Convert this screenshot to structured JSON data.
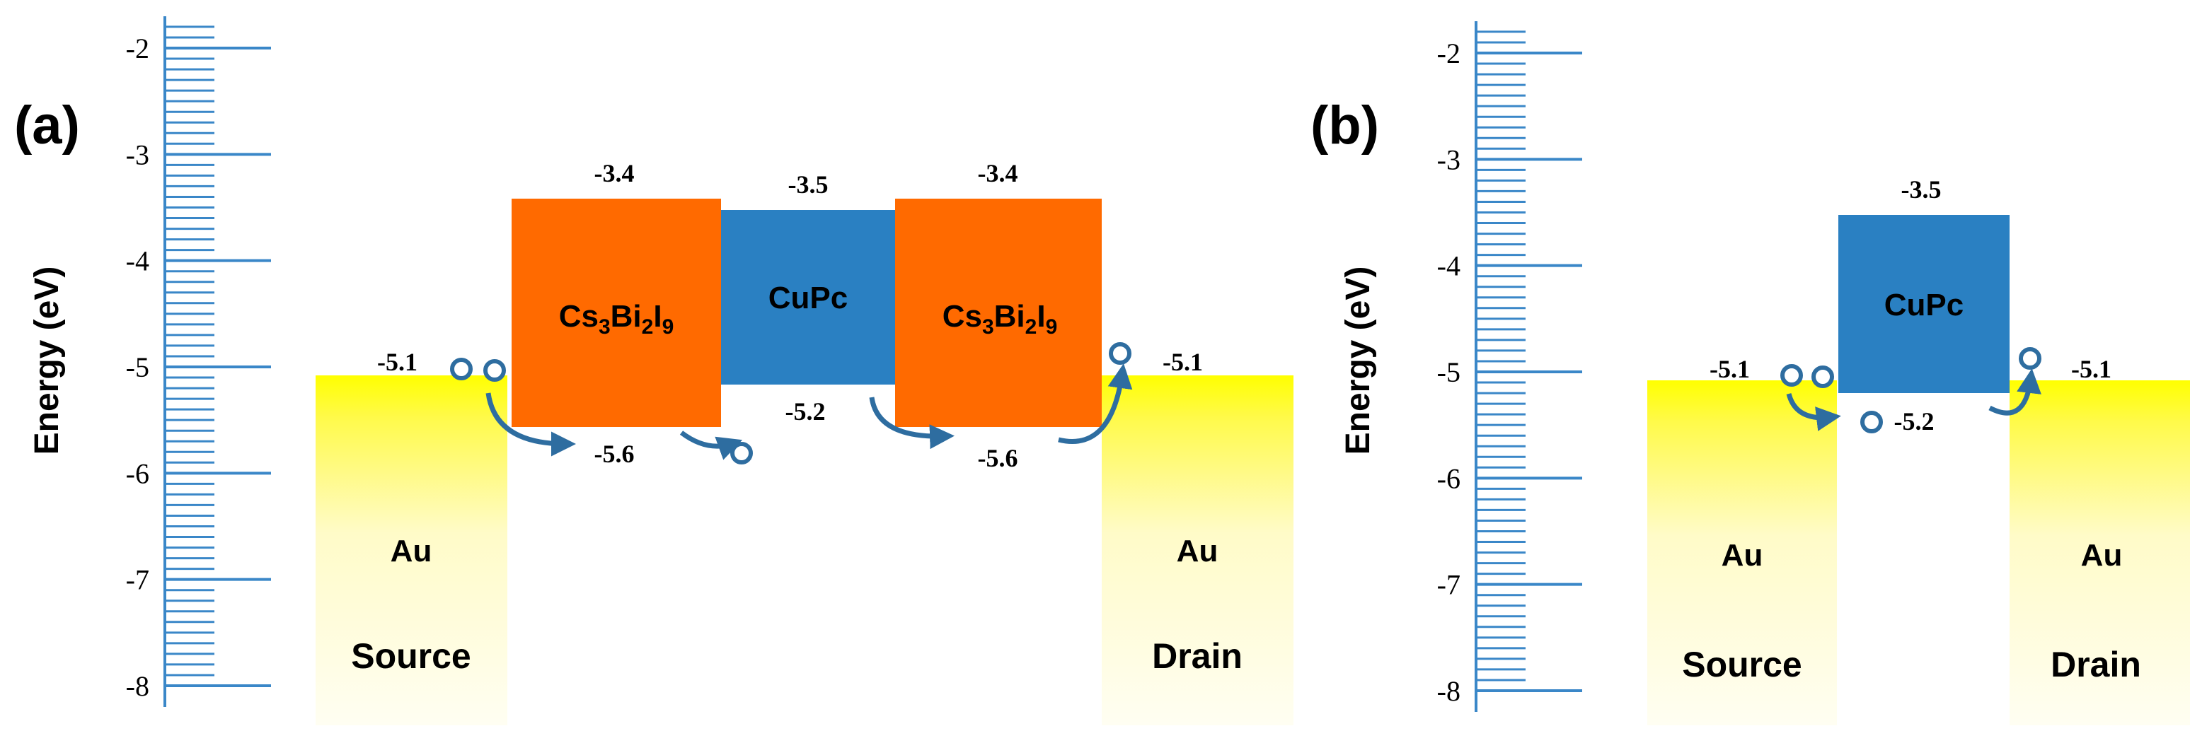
{
  "colors": {
    "axis": "#3a87c8",
    "cs3bi2i9": "#ff6a00",
    "cupc": "#2a80c2",
    "au_top": "#ffff00",
    "au_bottom": "#fffef2",
    "arrow": "#2e6da0",
    "text": "#000000"
  },
  "energy_axis": {
    "label": "Energy (eV)",
    "ticks": [
      "-2",
      "-3",
      "-4",
      "-5",
      "-6",
      "-7",
      "-8"
    ]
  },
  "panels": [
    {
      "id": "a",
      "label": "(a)",
      "source": {
        "material": "Au",
        "role": "Source",
        "level_label": "-5.1"
      },
      "drain": {
        "material": "Au",
        "role": "Drain",
        "level_label": "-5.1"
      },
      "blocks": [
        {
          "material": "Cs3Bi2I9",
          "formula": {
            "parts": [
              [
                "Cs",
                ""
              ],
              [
                "3",
                "sub"
              ],
              [
                "Bi",
                ""
              ],
              [
                "2",
                "sub"
              ],
              [
                "I",
                ""
              ],
              [
                "9",
                "sub"
              ]
            ]
          },
          "lumo": -3.4,
          "homo": -5.6,
          "lumo_label": "-3.4",
          "homo_label": "-5.6",
          "color": "cs3bi2i9"
        },
        {
          "material": "CuPc",
          "formula": {
            "parts": [
              [
                "CuPc",
                ""
              ]
            ]
          },
          "lumo": -3.5,
          "homo": -5.2,
          "lumo_label": "-3.5",
          "homo_label": "-5.2",
          "color": "cupc"
        },
        {
          "material": "Cs3Bi2I9",
          "formula": {
            "parts": [
              [
                "Cs",
                ""
              ],
              [
                "3",
                "sub"
              ],
              [
                "Bi",
                ""
              ],
              [
                "2",
                "sub"
              ],
              [
                "I",
                ""
              ],
              [
                "9",
                "sub"
              ]
            ]
          },
          "lumo": -3.4,
          "homo": -5.6,
          "lumo_label": "-3.4",
          "homo_label": "-5.6",
          "color": "cs3bi2i9"
        }
      ]
    },
    {
      "id": "b",
      "label": "(b)",
      "source": {
        "material": "Au",
        "role": "Source",
        "level_label": "-5.1"
      },
      "drain": {
        "material": "Au",
        "role": "Drain",
        "level_label": "-5.1"
      },
      "blocks": [
        {
          "material": "CuPc",
          "formula": {
            "parts": [
              [
                "CuPc",
                ""
              ]
            ]
          },
          "lumo": -3.5,
          "homo": -5.2,
          "lumo_label": "-3.5",
          "homo_label": "-5.2",
          "color": "cupc"
        }
      ]
    }
  ]
}
